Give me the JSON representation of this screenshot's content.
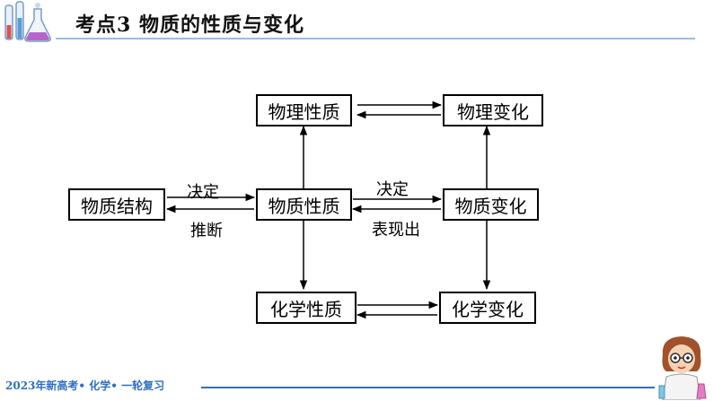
{
  "header": {
    "title": "考点3  物质的性质与变化"
  },
  "nodes": {
    "physical_property": "物理性质",
    "physical_change": "物理变化",
    "material_structure": "物质结构",
    "material_property": "物质性质",
    "material_change": "物质变化",
    "chemical_property": "化学性质",
    "chemical_change": "化学变化"
  },
  "edges": {
    "structure_to_property": "决定",
    "property_to_structure": "推断",
    "property_to_change": "决定",
    "change_to_property": "表现出"
  },
  "footer": {
    "text": "2023年新高考• 化学• 一轮复习"
  },
  "colors": {
    "accent": "#2e6fc0",
    "rule": "#9fb8e6"
  },
  "icons": {
    "logo": "flask-icon",
    "mascot": "scientist-mascot-icon"
  }
}
